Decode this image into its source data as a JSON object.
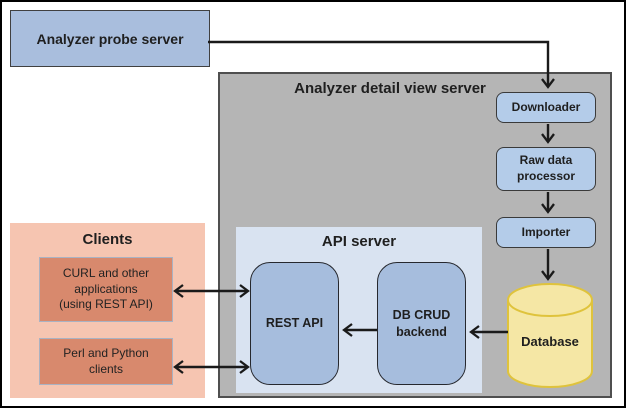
{
  "probe_server": {
    "label": "Analyzer probe server"
  },
  "detail_server": {
    "title": "Analyzer detail view server",
    "pipeline": {
      "downloader": "Downloader",
      "raw_processor": "Raw data\nprocessor",
      "importer": "Importer"
    },
    "database": {
      "label": "Database"
    },
    "api_server": {
      "title": "API server",
      "rest_api": "REST API",
      "db_crud": "DB CRUD\nbackend"
    }
  },
  "clients": {
    "title": "Clients",
    "curl_box": "CURL and other\napplications\n(using REST API)",
    "perl_box": "Perl and Python\nclients"
  },
  "arrows": [
    {
      "from": "analyzer-probe-server",
      "to": "downloader",
      "type": "single"
    },
    {
      "from": "downloader",
      "to": "raw-data-processor",
      "type": "single"
    },
    {
      "from": "raw-data-processor",
      "to": "importer",
      "type": "single"
    },
    {
      "from": "importer",
      "to": "database",
      "type": "single"
    },
    {
      "from": "database",
      "to": "db-crud-backend",
      "type": "single"
    },
    {
      "from": "db-crud-backend",
      "to": "rest-api",
      "type": "single"
    },
    {
      "from": "curl-clients",
      "to": "rest-api",
      "type": "double"
    },
    {
      "from": "perl-python-clients",
      "to": "rest-api",
      "type": "double"
    }
  ],
  "colors": {
    "probe_box_fill": "#a9bedd",
    "pipeline_box_fill": "#b4cce9",
    "rounded_box_fill": "#a6bddd",
    "gray_container_fill": "#b5b5b5",
    "api_container_fill": "#d9e3f1",
    "clients_container_fill": "#f6c5b1",
    "client_box_fill": "#d8896d",
    "database_fill": "#f5e7a5",
    "database_border": "#dfc33c",
    "arrow_color": "#1a1a1a"
  }
}
